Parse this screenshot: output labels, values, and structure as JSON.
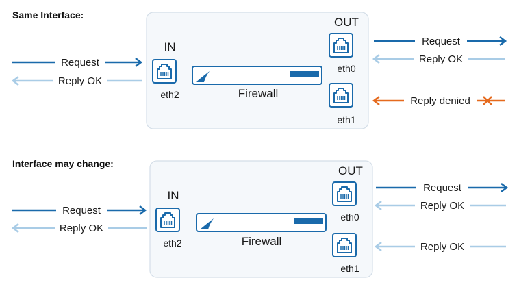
{
  "colors": {
    "primary_blue": "#1a6aab",
    "light_blue": "#a9cce6",
    "orange": "#e56a1e",
    "panel_fill": "#f5f8fb",
    "panel_stroke": "#d4dee8"
  },
  "icons": {
    "port": "ethernet-port-icon",
    "deny": "x-mark-icon"
  },
  "scenarios": [
    {
      "title": "Same Interface:",
      "in_label": "IN",
      "out_label": "OUT",
      "firewall_label": "Firewall",
      "in_port": "eth2",
      "out_ports": [
        "eth0",
        "eth1"
      ],
      "left_request": "Request",
      "left_reply": "Reply OK",
      "eth0_request": "Request",
      "eth0_reply": "Reply OK",
      "eth1_reply": "Reply denied",
      "eth1_reply_status": "denied"
    },
    {
      "title": "Interface may change:",
      "in_label": "IN",
      "out_label": "OUT",
      "firewall_label": "Firewall",
      "in_port": "eth2",
      "out_ports": [
        "eth0",
        "eth1"
      ],
      "left_request": "Request",
      "left_reply": "Reply OK",
      "eth0_request": "Request",
      "eth0_reply": "Reply OK",
      "eth1_reply": "Reply OK",
      "eth1_reply_status": "ok"
    }
  ]
}
